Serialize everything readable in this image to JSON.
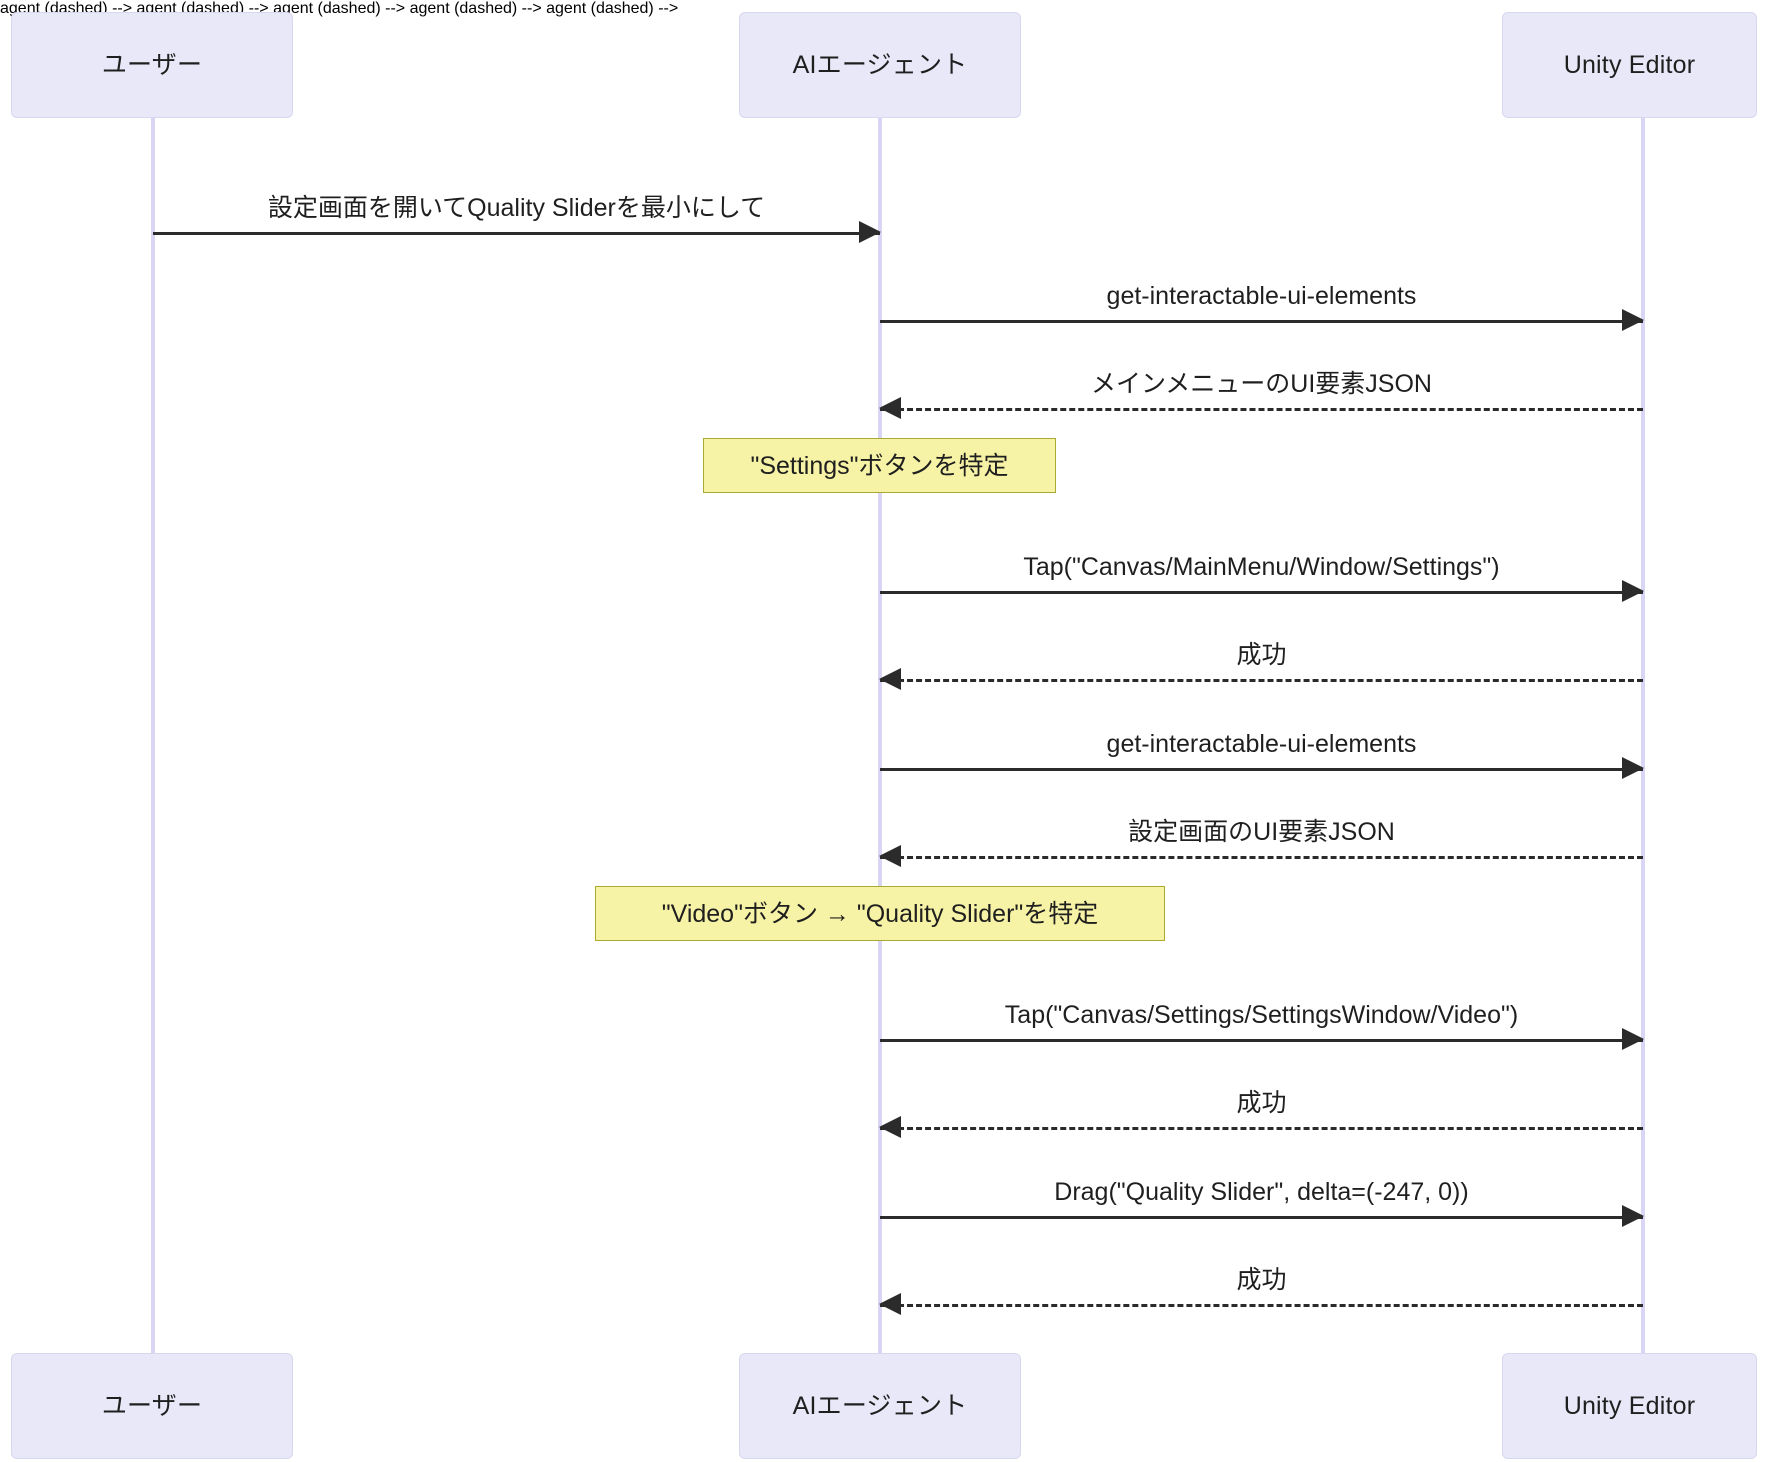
{
  "diagram": {
    "type": "sequence-diagram",
    "colors": {
      "actor_fill": "#e8e8f8",
      "actor_stroke": "#d7d7ef",
      "lifeline": "#d9d6f5",
      "message_line": "#2b2b2b",
      "note_fill": "#f7f3a6",
      "note_stroke": "#aaaa33",
      "text": "#1f1f1f",
      "background": "#ffffff"
    },
    "participants": [
      {
        "id": "user",
        "label": "ユーザー"
      },
      {
        "id": "agent",
        "label": "AIエージェント"
      },
      {
        "id": "unity",
        "label": "Unity Editor"
      }
    ],
    "messages": [
      {
        "index": 0,
        "from": "user",
        "to": "agent",
        "direction": "right",
        "style": "solid",
        "label": "設定画面を開いてQuality Sliderを最小にして"
      },
      {
        "index": 1,
        "from": "agent",
        "to": "unity",
        "direction": "right",
        "style": "solid",
        "label": "get-interactable-ui-elements"
      },
      {
        "index": 2,
        "from": "unity",
        "to": "agent",
        "direction": "left",
        "style": "dashed",
        "label": "メインメニューのUI要素JSON"
      },
      {
        "index": 3,
        "from": "agent",
        "to": "unity",
        "direction": "right",
        "style": "solid",
        "label": "Tap(\"Canvas/MainMenu/Window/Settings\")"
      },
      {
        "index": 4,
        "from": "unity",
        "to": "agent",
        "direction": "left",
        "style": "dashed",
        "label": "成功"
      },
      {
        "index": 5,
        "from": "agent",
        "to": "unity",
        "direction": "right",
        "style": "solid",
        "label": "get-interactable-ui-elements"
      },
      {
        "index": 6,
        "from": "unity",
        "to": "agent",
        "direction": "left",
        "style": "dashed",
        "label": "設定画面のUI要素JSON"
      },
      {
        "index": 7,
        "from": "agent",
        "to": "unity",
        "direction": "right",
        "style": "solid",
        "label": "Tap(\"Canvas/Settings/SettingsWindow/Video\")"
      },
      {
        "index": 8,
        "from": "unity",
        "to": "agent",
        "direction": "left",
        "style": "dashed",
        "label": "成功"
      },
      {
        "index": 9,
        "from": "agent",
        "to": "unity",
        "direction": "right",
        "style": "solid",
        "label": "Drag(\"Quality Slider\", delta=(-247, 0))"
      },
      {
        "index": 10,
        "from": "unity",
        "to": "agent",
        "direction": "left",
        "style": "dashed",
        "label": "成功"
      }
    ],
    "notes": [
      {
        "index": 0,
        "over": "agent",
        "label": "\"Settings\"ボタンを特定"
      },
      {
        "index": 1,
        "over": "agent",
        "label": "\"Video\"ボタン → \"Quality Slider\"を特定"
      }
    ]
  }
}
